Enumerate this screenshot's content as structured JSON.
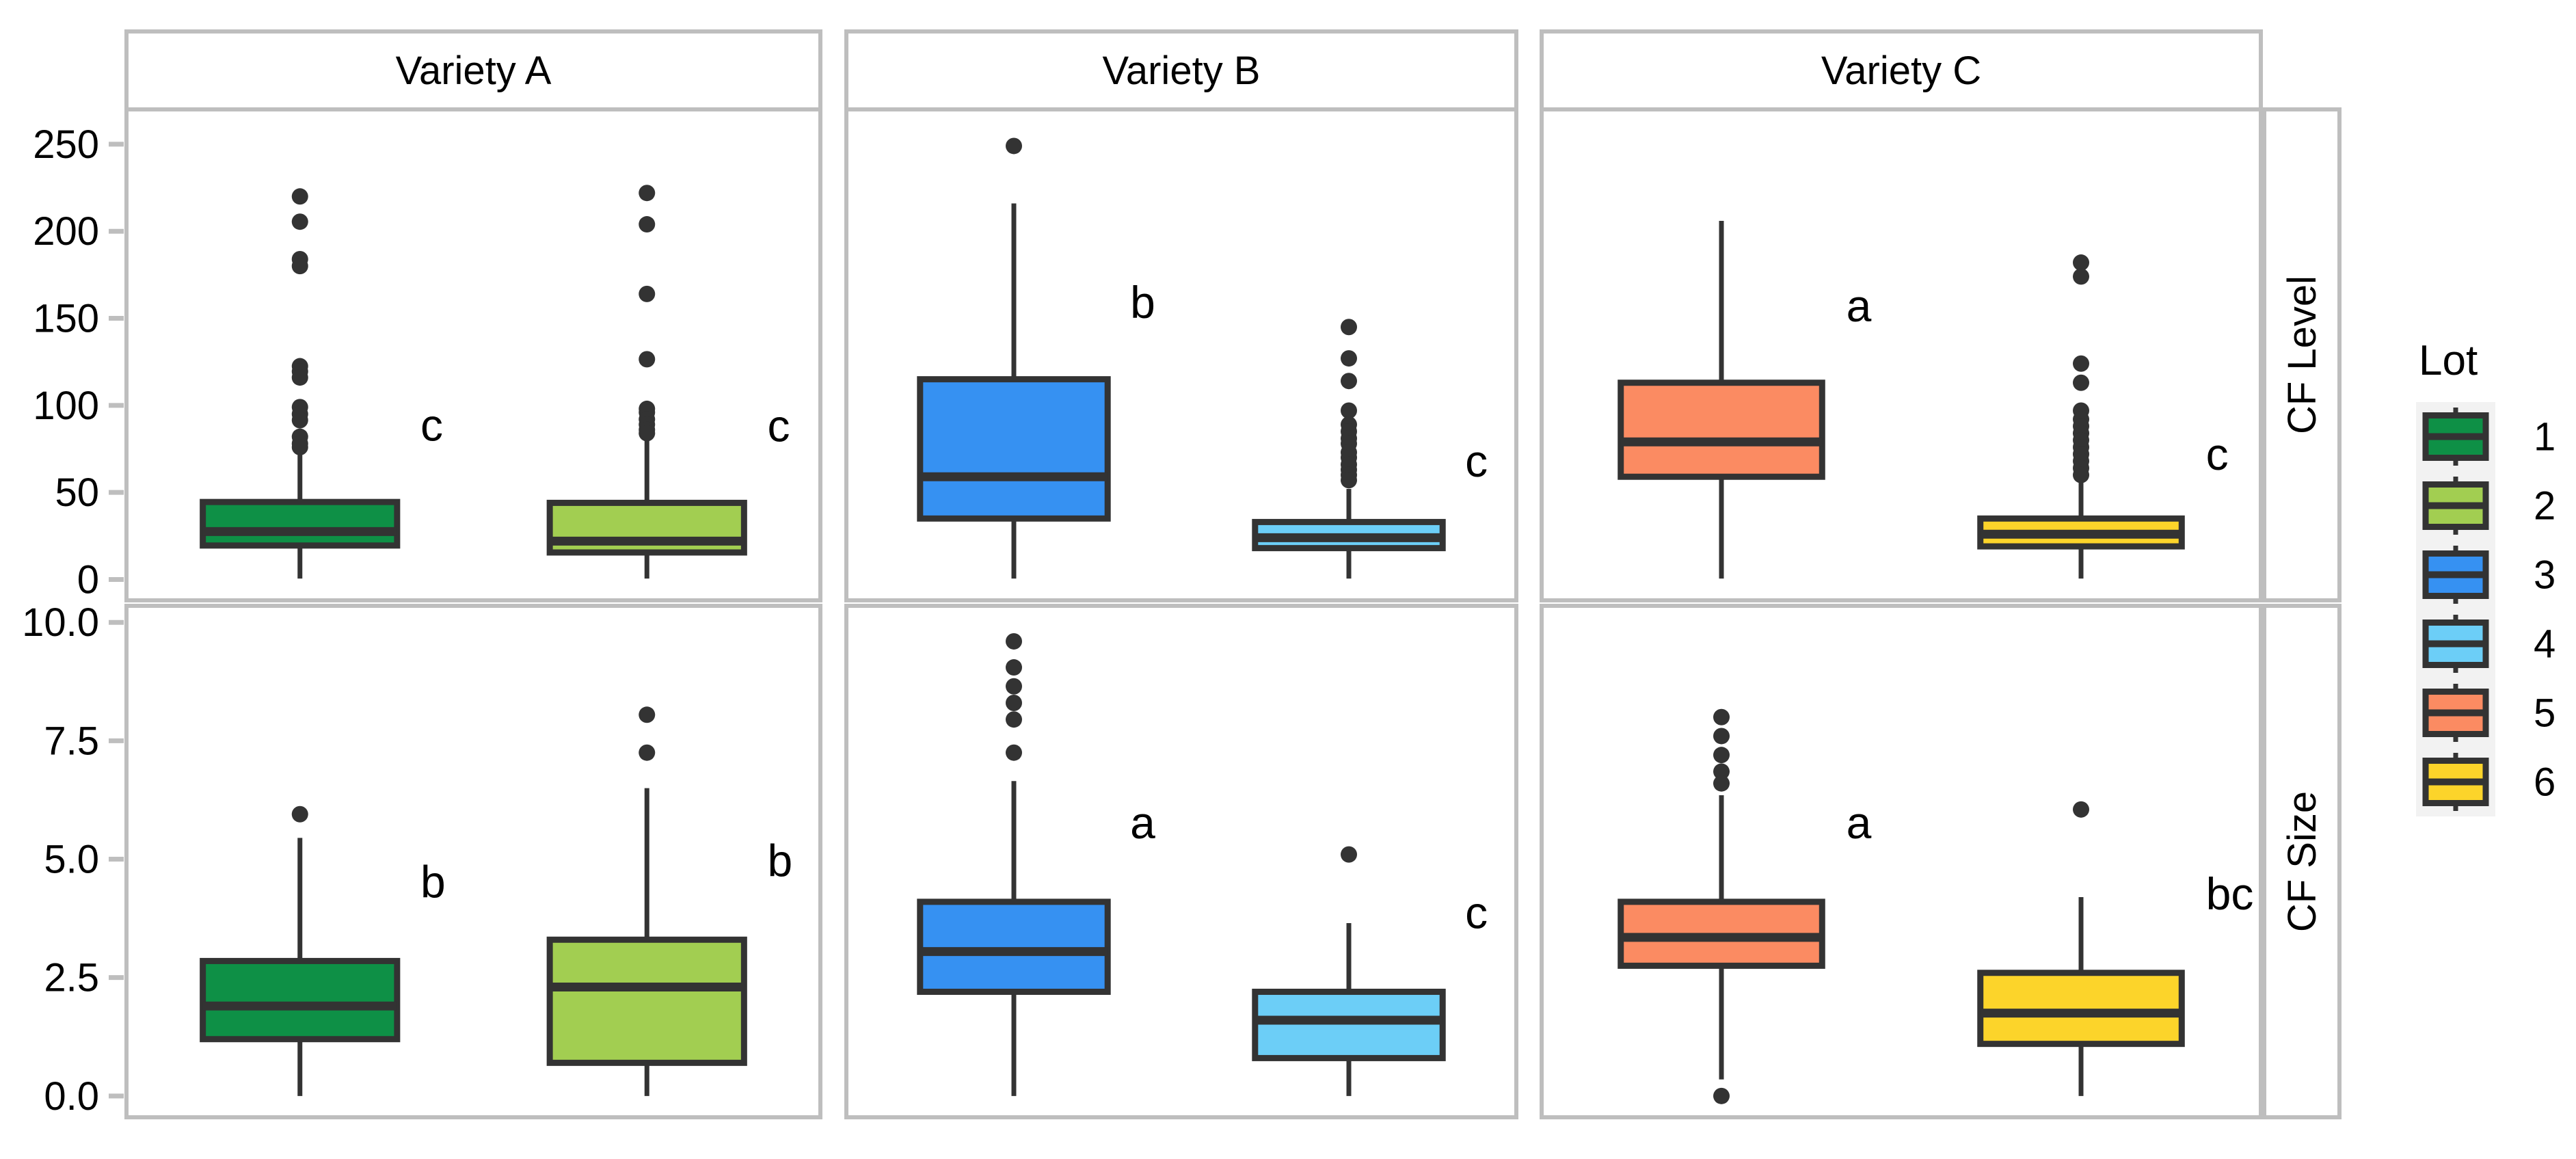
{
  "chart_data": {
    "type": "box",
    "title": "",
    "subtitle": "",
    "xlabel": "",
    "ylabel": "",
    "grid": false,
    "facet_columns": [
      "Variety A",
      "Variety B",
      "Variety C"
    ],
    "facet_rows": [
      "CF Level",
      "CF Size"
    ],
    "legend": {
      "position": "right",
      "title": "Lot",
      "entries": [
        {
          "label": "1",
          "color": "#0E9046"
        },
        {
          "label": "2",
          "color": "#A2CE51"
        },
        {
          "label": "3",
          "color": "#3691F2"
        },
        {
          "label": "4",
          "color": "#6CCEF7"
        },
        {
          "label": "5",
          "color": "#FB8B62"
        },
        {
          "label": "6",
          "color": "#FCD42A"
        }
      ]
    },
    "panels": [
      {
        "row": "CF Level",
        "column": "Variety A",
        "ylim": [
          -12,
          270
        ],
        "yticks": [
          0,
          50,
          100,
          150,
          200,
          250
        ],
        "yticklabels": [
          "0",
          "50",
          "100",
          "150",
          "200",
          "250"
        ],
        "boxes": [
          {
            "lot": "1",
            "color": "#0E9046",
            "sig_letter": "c",
            "q1": 19.5,
            "median": 27.5,
            "q3": 44.5,
            "whisker_low": 0.5,
            "whisker_high": 74.0,
            "outliers": [
              220.0,
              205.5,
              184.0,
              180.0,
              122.5,
              119.5,
              116.0,
              99.0,
              95.0,
              91.5,
              82.0,
              78.0,
              76.0
            ]
          },
          {
            "lot": "2",
            "color": "#A2CE51",
            "sig_letter": "c",
            "q1": 15.5,
            "median": 22.0,
            "q3": 44.0,
            "whisker_low": 0.5,
            "whisker_high": 80.0,
            "outliers": [
              222.0,
              204.0,
              164.0,
              126.5,
              98.0,
              96.0,
              92.0,
              89.0,
              86.0,
              84.0
            ]
          }
        ]
      },
      {
        "row": "CF Level",
        "column": "Variety B",
        "ylim": [
          -12,
          270
        ],
        "yticks": [
          0,
          50,
          100,
          150,
          200,
          250
        ],
        "yticklabels": [
          "0",
          "50",
          "100",
          "150",
          "200",
          "250"
        ],
        "boxes": [
          {
            "lot": "3",
            "color": "#3691F2",
            "sig_letter": "b",
            "q1": 35.0,
            "median": 59.0,
            "q3": 115.0,
            "whisker_low": 0.5,
            "whisker_high": 216.0,
            "outliers": [
              249.0
            ]
          },
          {
            "lot": "4",
            "color": "#6CCEF7",
            "sig_letter": "c",
            "q1": 18.0,
            "median": 24.0,
            "q3": 33.0,
            "whisker_low": 0.5,
            "whisker_high": 52.0,
            "outliers": [
              145.0,
              127.0,
              114.0,
              97.0,
              89.0,
              85.0,
              81.0,
              78.0,
              73.0,
              70.0,
              66.0,
              63.0,
              60.0,
              57.0
            ]
          }
        ]
      },
      {
        "row": "CF Level",
        "column": "Variety C",
        "ylim": [
          -12,
          270
        ],
        "yticks": [
          0,
          50,
          100,
          150,
          200,
          250
        ],
        "yticklabels": [
          "0",
          "50",
          "100",
          "150",
          "200",
          "250"
        ],
        "boxes": [
          {
            "lot": "5",
            "color": "#FB8B62",
            "sig_letter": "a",
            "q1": 59.0,
            "median": 79.0,
            "q3": 113.0,
            "whisker_low": 0.5,
            "whisker_high": 206.0,
            "outliers": []
          },
          {
            "lot": "6",
            "color": "#FCD42A",
            "sig_letter": "c",
            "q1": 19.0,
            "median": 26.0,
            "q3": 35.0,
            "whisker_low": 0.5,
            "whisker_high": 56.0,
            "outliers": [
              182.0,
              174.0,
              124.0,
              113.0,
              97.0,
              92.0,
              88.0,
              84.0,
              80.0,
              76.0,
              72.0,
              68.0,
              64.0,
              60.0
            ]
          }
        ]
      },
      {
        "row": "CF Size",
        "column": "Variety A",
        "ylim": [
          -0.45,
          10.35
        ],
        "yticks": [
          0.0,
          2.5,
          5.0,
          7.5,
          10.0
        ],
        "yticklabels": [
          "0.0",
          "2.5",
          "5.0",
          "7.5",
          "10.0"
        ],
        "boxes": [
          {
            "lot": "1",
            "color": "#0E9046",
            "sig_letter": "b",
            "q1": 1.2,
            "median": 1.9,
            "q3": 2.85,
            "whisker_low": 0.0,
            "whisker_high": 5.45,
            "outliers": [
              5.95
            ]
          },
          {
            "lot": "2",
            "color": "#A2CE51",
            "sig_letter": "b",
            "q1": 0.7,
            "median": 2.3,
            "q3": 3.3,
            "whisker_low": 0.0,
            "whisker_high": 6.5,
            "outliers": [
              8.05,
              7.25
            ]
          }
        ]
      },
      {
        "row": "CF Size",
        "column": "Variety B",
        "ylim": [
          -0.45,
          10.35
        ],
        "yticks": [
          0.0,
          2.5,
          5.0,
          7.5,
          10.0
        ],
        "yticklabels": [
          "0.0",
          "2.5",
          "5.0",
          "7.5",
          "10.0"
        ],
        "boxes": [
          {
            "lot": "3",
            "color": "#3691F2",
            "sig_letter": "a",
            "q1": 2.2,
            "median": 3.05,
            "q3": 4.1,
            "whisker_low": 0.0,
            "whisker_high": 6.65,
            "outliers": [
              9.6,
              9.05,
              8.65,
              8.3,
              7.95,
              7.25
            ]
          },
          {
            "lot": "4",
            "color": "#6CCEF7",
            "sig_letter": "c",
            "q1": 0.8,
            "median": 1.6,
            "q3": 2.2,
            "whisker_low": 0.0,
            "whisker_high": 3.65,
            "outliers": [
              5.1
            ]
          }
        ]
      },
      {
        "row": "CF Size",
        "column": "Variety C",
        "ylim": [
          -0.45,
          10.35
        ],
        "yticks": [
          0.0,
          2.5,
          5.0,
          7.5,
          10.0
        ],
        "yticklabels": [
          "0.0",
          "2.5",
          "5.0",
          "7.5",
          "10.0"
        ],
        "boxes": [
          {
            "lot": "5",
            "color": "#FB8B62",
            "sig_letter": "a",
            "q1": 2.75,
            "median": 3.35,
            "q3": 4.1,
            "whisker_low": 0.35,
            "whisker_high": 6.35,
            "outliers": [
              8.0,
              7.6,
              7.2,
              6.85,
              6.6,
              0.0
            ]
          },
          {
            "lot": "6",
            "color": "#FCD42A",
            "sig_letter": "bc",
            "q1": 1.1,
            "median": 1.75,
            "q3": 2.6,
            "whisker_low": 0.0,
            "whisker_high": 4.2,
            "outliers": [
              6.05
            ]
          }
        ]
      }
    ]
  },
  "style": {
    "panel_border": "#BEBEBE",
    "strip_fill": "#FFFFFF",
    "outline": "#333333",
    "legend_key_bg": "#F2F2F2",
    "background": "#FFFFFF"
  }
}
